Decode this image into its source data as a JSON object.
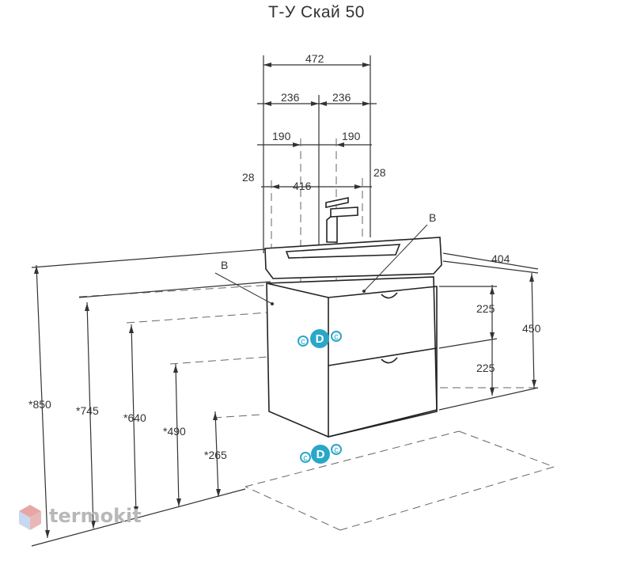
{
  "title": "Т-У Скай 50",
  "brand": "termokit",
  "dimensions": {
    "width_total": "472",
    "half_left": "236",
    "half_right": "236",
    "pipe_left": "190",
    "pipe_right": "190",
    "edge_left": "28",
    "inner_width": "416",
    "edge_right": "28",
    "depth": "404",
    "drawer_top": "225",
    "drawer_bottom": "225",
    "cabinet_height": "450",
    "h_850": "*850",
    "h_745": "*745",
    "h_640": "*640",
    "h_490": "*490",
    "h_265": "*265"
  },
  "markers": {
    "b_left": "B",
    "b_right": "B",
    "d_upper": "D",
    "d_lower": "D",
    "c_upper_left": "c",
    "c_upper_right": "c",
    "c_lower_left": "c",
    "c_lower_right": "c"
  },
  "colors": {
    "line": "#333333",
    "dash": "#666666",
    "accent": "#2aa7c8",
    "text": "#333333"
  }
}
